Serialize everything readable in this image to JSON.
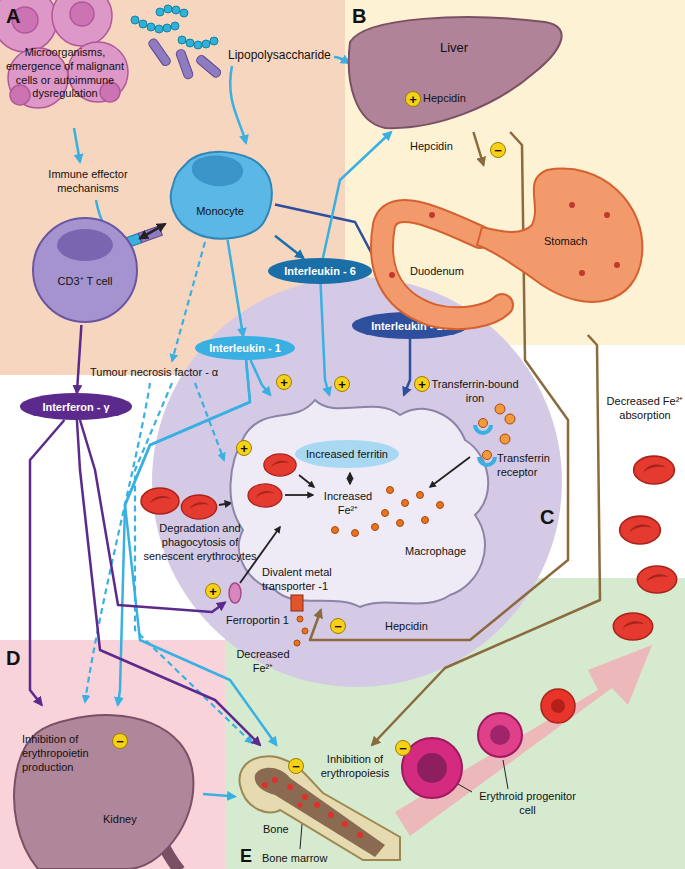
{
  "diagram": {
    "nodes": [
      {
        "text": [
          "Monocyte"
        ]
      },
      {
        "text": [
          "CD3⁺ T cell"
        ]
      },
      {
        "text": [
          "Interleukin - 6"
        ]
      },
      {
        "text": [
          "Interleukin - 1"
        ]
      },
      {
        "text": [
          "Interleukin - 10"
        ]
      },
      {
        "text": [
          "Interferon - γ"
        ]
      },
      {
        "text": [
          "Liver",
          "Hepcidin"
        ]
      },
      {
        "text": [
          "Stomach",
          "Duodenum"
        ]
      },
      {
        "text": [
          "Macrophage"
        ]
      },
      {
        "text": [
          "Increased ferritin"
        ],
        "in": 8
      },
      {
        "text": [
          "Inhibition of erythropoietin production",
          "Kidney"
        ]
      },
      {
        "text": [
          "Inhibition of erythropoiesis",
          "Bone"
        ]
      }
    ],
    "edges": [
      {
        "from": 0,
        "to": 1,
        "arrow": "both"
      },
      {
        "from": 1,
        "to": 5,
        "arrow": "to"
      },
      {
        "from": 0,
        "to": 2,
        "arrow": "to"
      },
      {
        "from": 0,
        "to": 3,
        "arrow": "to"
      },
      {
        "from": 0,
        "to": 4,
        "arrow": "to"
      },
      {
        "from": 2,
        "to": 6,
        "arrow": "to"
      },
      {
        "from": 2,
        "to": 8,
        "arrow": "to"
      },
      {
        "from": 3,
        "to": 8,
        "arrow": "to"
      },
      {
        "from": 4,
        "to": 8,
        "arrow": "to"
      },
      {
        "from": 3,
        "to": 10,
        "arrow": "to"
      },
      {
        "from": 3,
        "to": 11,
        "arrow": "to"
      },
      {
        "from": 5,
        "to": 10,
        "arrow": "to"
      },
      {
        "from": 5,
        "to": 11,
        "arrow": "to"
      },
      {
        "from": 5,
        "to": 8,
        "arrow": "to"
      },
      {
        "from": 10,
        "to": 11,
        "arrow": "to"
      },
      {
        "from": 6,
        "to": 7,
        "arrow": "to"
      },
      {
        "from": 6,
        "to": 8,
        "arrow": "to"
      },
      {
        "from": 7,
        "to": 11,
        "arrow": "to"
      }
    ],
    "labels": [
      "A",
      "B",
      "C",
      "D",
      "E",
      "Microorganisms, emergence of malignant cells or autoimmune dysregulation",
      "Lipopolysaccharide",
      "Immune effector mechanisms",
      "Tumour necrosis factor - α",
      "Hepcidin",
      "Decreased Fe²⁺ absorption",
      "Transferrin-bound iron",
      "Transferrin receptor",
      "Increased Fe²⁺",
      "Degradation and phagocytosis of senescent erythrocytes",
      "Divalent metal transporter -1",
      "Ferroportin 1",
      "Decreased Fe²⁺",
      "Hepcidin",
      "Bone marrow",
      "Erythroid progenitor cell",
      "+",
      "+",
      "+",
      "+",
      "+",
      "+",
      "−",
      "−",
      "−",
      "−",
      "−"
    ]
  }
}
